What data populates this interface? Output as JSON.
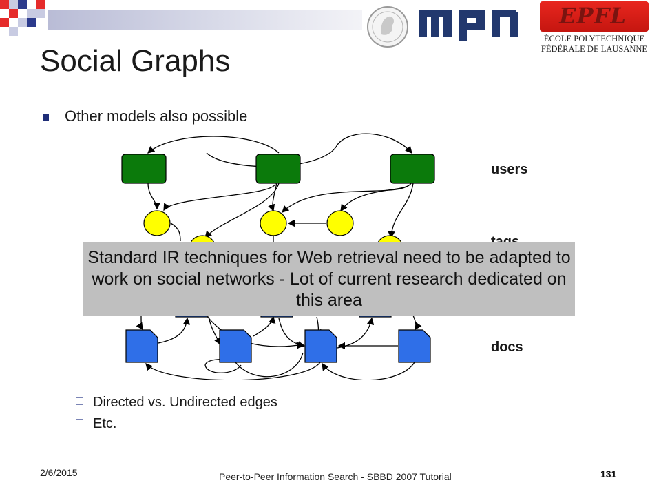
{
  "slide": {
    "title": "Social Graphs",
    "bullet": "Other models also possible",
    "labels": {
      "users": "users",
      "tags": "tags",
      "docs": "docs"
    },
    "callout": "Standard IR techniques for Web retrieval need to be adapted to work on social networks - Lot of current research dedicated on this area",
    "sub_bullets": [
      "Directed vs. Undirected edges",
      "Etc."
    ]
  },
  "footer": {
    "date": "2/6/2015",
    "title": "Peer-to-Peer Information Search - SBBD 2007 Tutorial",
    "page": "131"
  },
  "logos": {
    "epfl_line1": "ÉCOLE POLYTECHNIQUE",
    "epfl_line2": "FÉDÉRALE DE LAUSANNE",
    "epfl_mark": "EPFL",
    "mpi_mark": "mpii"
  },
  "colors": {
    "user_node": "#0b7a0b",
    "tag_node": "#ffff00",
    "doc_node": "#2f6fe8",
    "callout_bg": "#bfbfbf",
    "bullet": "#1f2e78"
  },
  "icons": [
    "seal-icon",
    "checker-icon"
  ]
}
